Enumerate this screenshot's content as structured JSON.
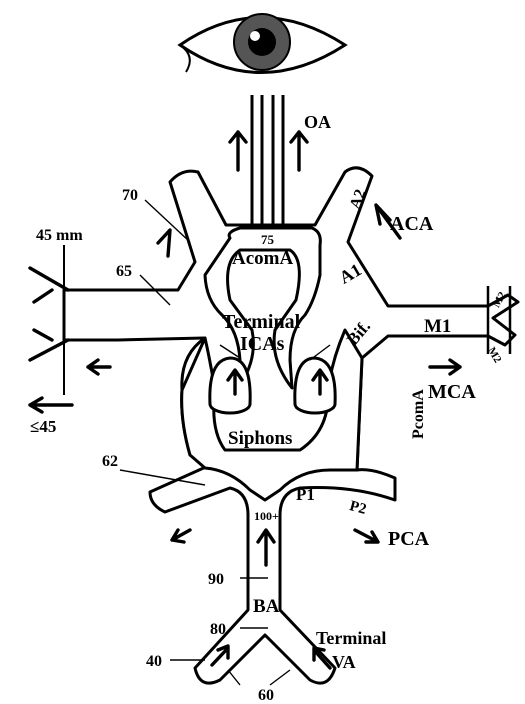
{
  "diagram": {
    "labels": {
      "oa": "OA",
      "aca": "ACA",
      "a2": "A2",
      "acoma": "AcomA",
      "a1": "A1",
      "terminal_icas_1": "Terminal",
      "terminal_icas_2": "ICAs",
      "bif": "Bif.",
      "m1": "M1",
      "m2_top": "M2",
      "m2_bottom": "M2",
      "mca": "MCA",
      "siphons": "Siphons",
      "pcoma": "PcomA",
      "p1": "P1",
      "p2": "P2",
      "pca": "PCA",
      "ba": "BA",
      "terminal_va_1": "Terminal",
      "terminal_va_2": "VA"
    },
    "depths": {
      "d75": "75",
      "d70": "70",
      "d45mm": "45 mm",
      "d65": "65",
      "d_le45": "≤45",
      "d62": "62",
      "d100": "100+",
      "d90": "90",
      "d80": "80",
      "d40": "40",
      "d60": "60"
    }
  }
}
